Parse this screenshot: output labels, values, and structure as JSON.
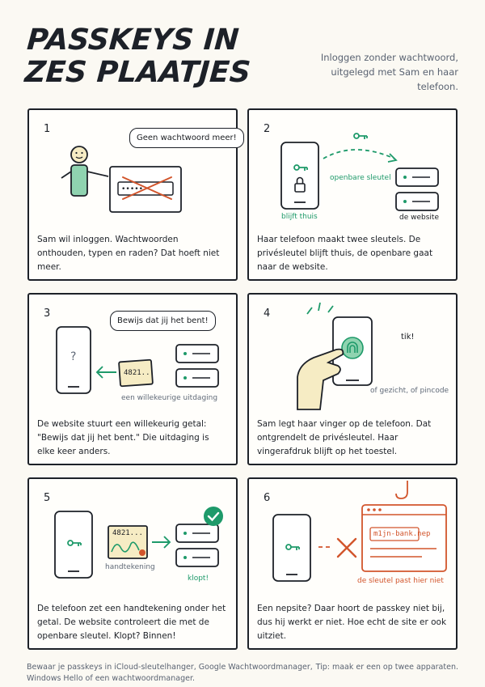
{
  "header": {
    "title": "Passkeys in zes plaatjes",
    "subtitle": "Inloggen zonder wachtwoord, uitgelegd met Sam en haar telefoon."
  },
  "panels": [
    {
      "number": "1",
      "bubble": "Geen wachtwoord meer!",
      "field_text": "•••••",
      "caption": "Sam wil inloggen. Wachtwoorden onthouden, typen en raden? Dat hoeft niet meer."
    },
    {
      "number": "2",
      "label_public": "openbare sleutel",
      "label_home": "blijft thuis",
      "label_site": "de website",
      "caption": "Haar telefoon maakt twee sleutels. De privésleutel blijft thuis, de openbare gaat naar de website."
    },
    {
      "number": "3",
      "bubble": "Bewijs dat jij het bent!",
      "phone_mark": "?",
      "challenge": "4821...",
      "label_challenge": "een willekeurige uitdaging",
      "caption": "De website stuurt een willekeurig getal: \"Bewijs dat jij het bent.\" Die uitdaging is elke keer anders."
    },
    {
      "number": "4",
      "label_tik": "tik!",
      "label_alt": "of gezicht, of pincode",
      "caption": "Sam legt haar vinger op de telefoon. Dat ontgrendelt de privésleutel. Haar vingerafdruk blijft op het toestel."
    },
    {
      "number": "5",
      "challenge": "4821...",
      "label_signature": "handtekening",
      "label_ok": "klopt!",
      "caption": "De telefoon zet een handtekening onder het getal. De website controleert die met de openbare sleutel. Klopt? Binnen!"
    },
    {
      "number": "6",
      "fake_url": "m1jn-bank.nep",
      "label_nofit": "de sleutel past hier niet",
      "caption": "Een nepsite? Daar hoort de passkey niet bij, dus hij werkt er niet. Hoe echt de site er ook uitziet."
    }
  ],
  "footer": {
    "left": "Bewaar je passkeys in iCloud-sleutelhanger, Google Wachtwoordmanager, Windows Hello of een wachtwoordmanager.",
    "right": "Tip: maak er een op twee apparaten."
  },
  "colors": {
    "ink": "#1d2128",
    "green": "#1e9a6a",
    "mint": "#8fd3b0",
    "orange": "#d2552c",
    "paper": "#fbf9f3",
    "note": "#f6ecc4"
  }
}
